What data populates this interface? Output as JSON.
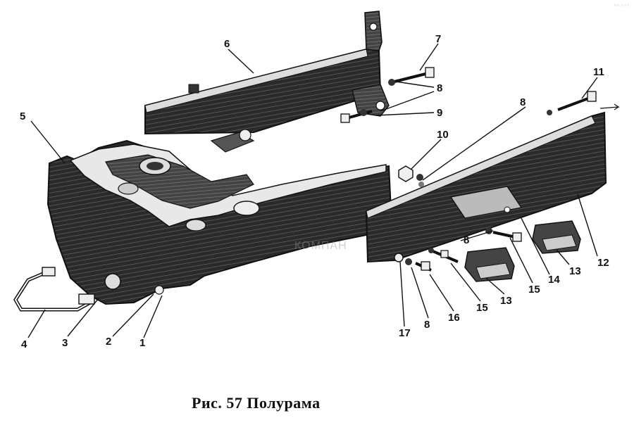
{
  "figure": {
    "caption": "Рис. 57  Полурама",
    "watermark": "КОМПАН",
    "corner_mark": "◦◦ ◦◦◦"
  },
  "callouts": [
    "1",
    "2",
    "3",
    "4",
    "5",
    "6",
    "7",
    "8",
    "9",
    "10",
    "11",
    "12",
    "13",
    "14",
    "15",
    "16",
    "17"
  ],
  "callouts_repeated": {
    "8": [
      "8",
      "8",
      "8",
      "8"
    ],
    "13": [
      "13",
      "13"
    ],
    "15": [
      "15",
      "15"
    ]
  }
}
